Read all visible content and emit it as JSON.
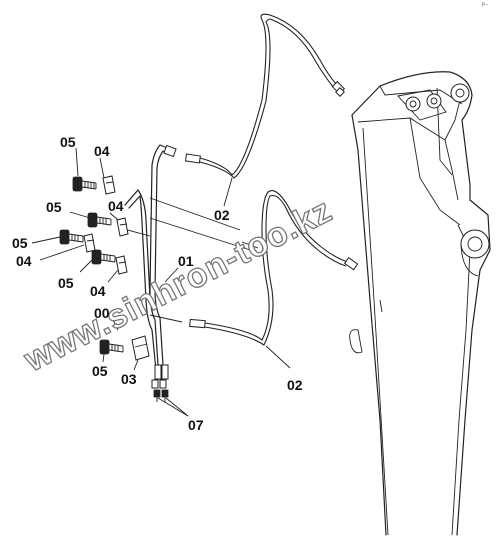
{
  "watermark": "www.sinhron-too.kz",
  "corner_mark": "ᴾ⁻",
  "callouts": {
    "c05a": "05",
    "c04a": "04",
    "c05b": "05",
    "c04b": "04",
    "c05c": "05",
    "c04c": "04",
    "c05d": "05",
    "c04d": "04",
    "c01": "01",
    "c00": "00",
    "c05e": "05",
    "c03": "03",
    "c02a": "02",
    "c02b": "02",
    "c07": "07"
  }
}
